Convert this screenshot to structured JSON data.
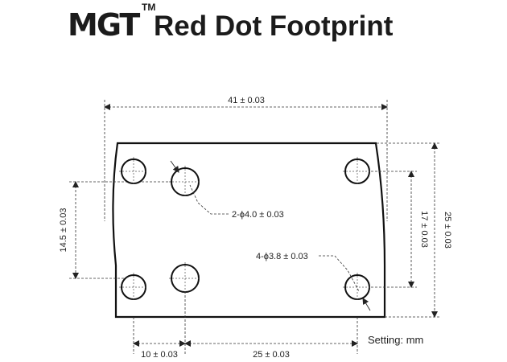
{
  "brand": {
    "logo_text": "MGT",
    "trademark": "TM"
  },
  "title": "Red Dot Footprint",
  "dimensions": {
    "top_width": "41 ± 0.03",
    "right_height": "25 ± 0.03",
    "inner_right_height": "17 ± 0.03",
    "left_height": "14.5 ± 0.03",
    "bottom_left_spacing": "10 ± 0.03",
    "bottom_right_spacing": "25 ± 0.03",
    "callout_pin_holes": "2-ϕ4.0 ± 0.03",
    "callout_screw_holes": "4-ϕ3.8 ± 0.03"
  },
  "units_note": "Setting: mm"
}
